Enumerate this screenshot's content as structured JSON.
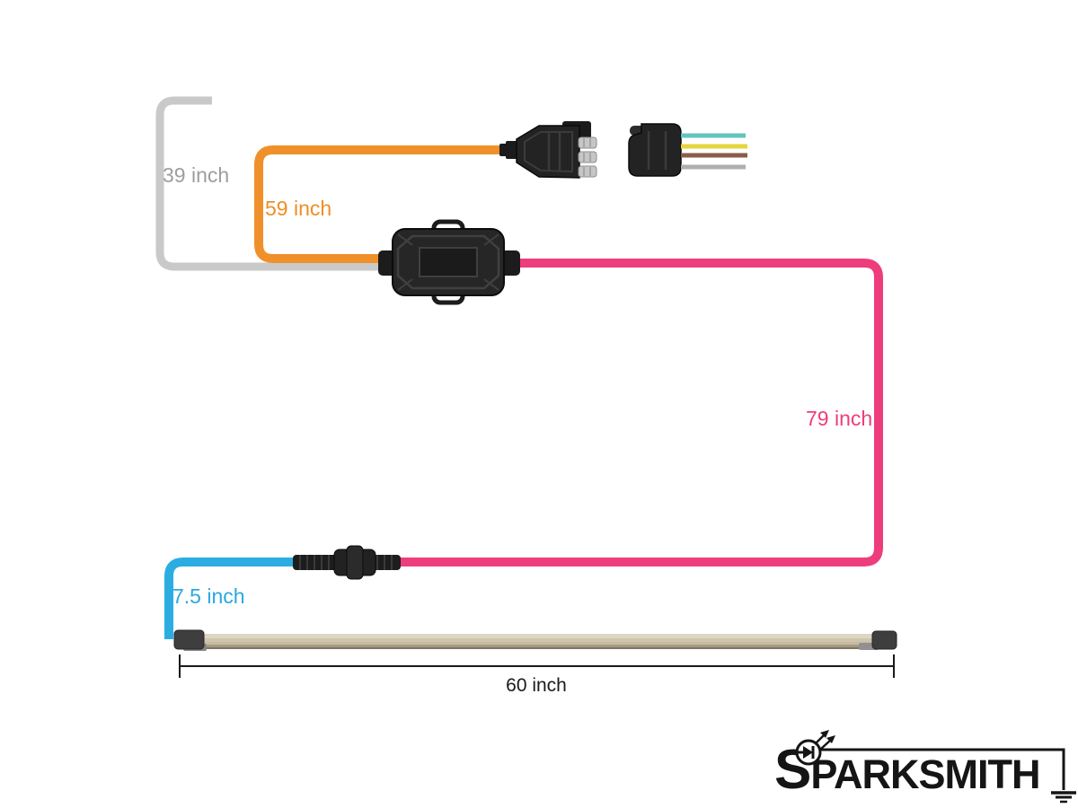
{
  "page": {
    "background": "#ffffff"
  },
  "diagram": {
    "labels": [
      {
        "id": "gray-extension-wire",
        "text": "39 inch",
        "color": "#9e9e9e"
      },
      {
        "id": "orange-harness-wire",
        "text": "59 inch",
        "color": "#ef8e24"
      },
      {
        "id": "pink-harness-wire",
        "text": "79 inch",
        "color": "#ee3d7c"
      },
      {
        "id": "blue-harness-wire",
        "text": "7.5 inch",
        "color": "#2aa9dc"
      },
      {
        "id": "light-bar-length",
        "text": "60 inch",
        "color": "#1a1a1a"
      }
    ],
    "wire_colors": {
      "extension_gray": "#c9c9c9",
      "orange": "#f0902a",
      "pink": "#ee3d7c",
      "blue": "#2bade2",
      "pigtail_teal": "#63c4bf",
      "pigtail_yellow": "#e7d53c",
      "pigtail_brown": "#8a5c49",
      "pigtail_white": "#afafaf",
      "bar_tan": "#c7bca2"
    },
    "components": [
      "male-4pin-plug",
      "female-4pin-plug",
      "converter-box",
      "inline-barrel-connector",
      "led-light-bar",
      "dimension-line"
    ]
  },
  "logo": {
    "first": "S",
    "rest": "PARKSMITH"
  }
}
